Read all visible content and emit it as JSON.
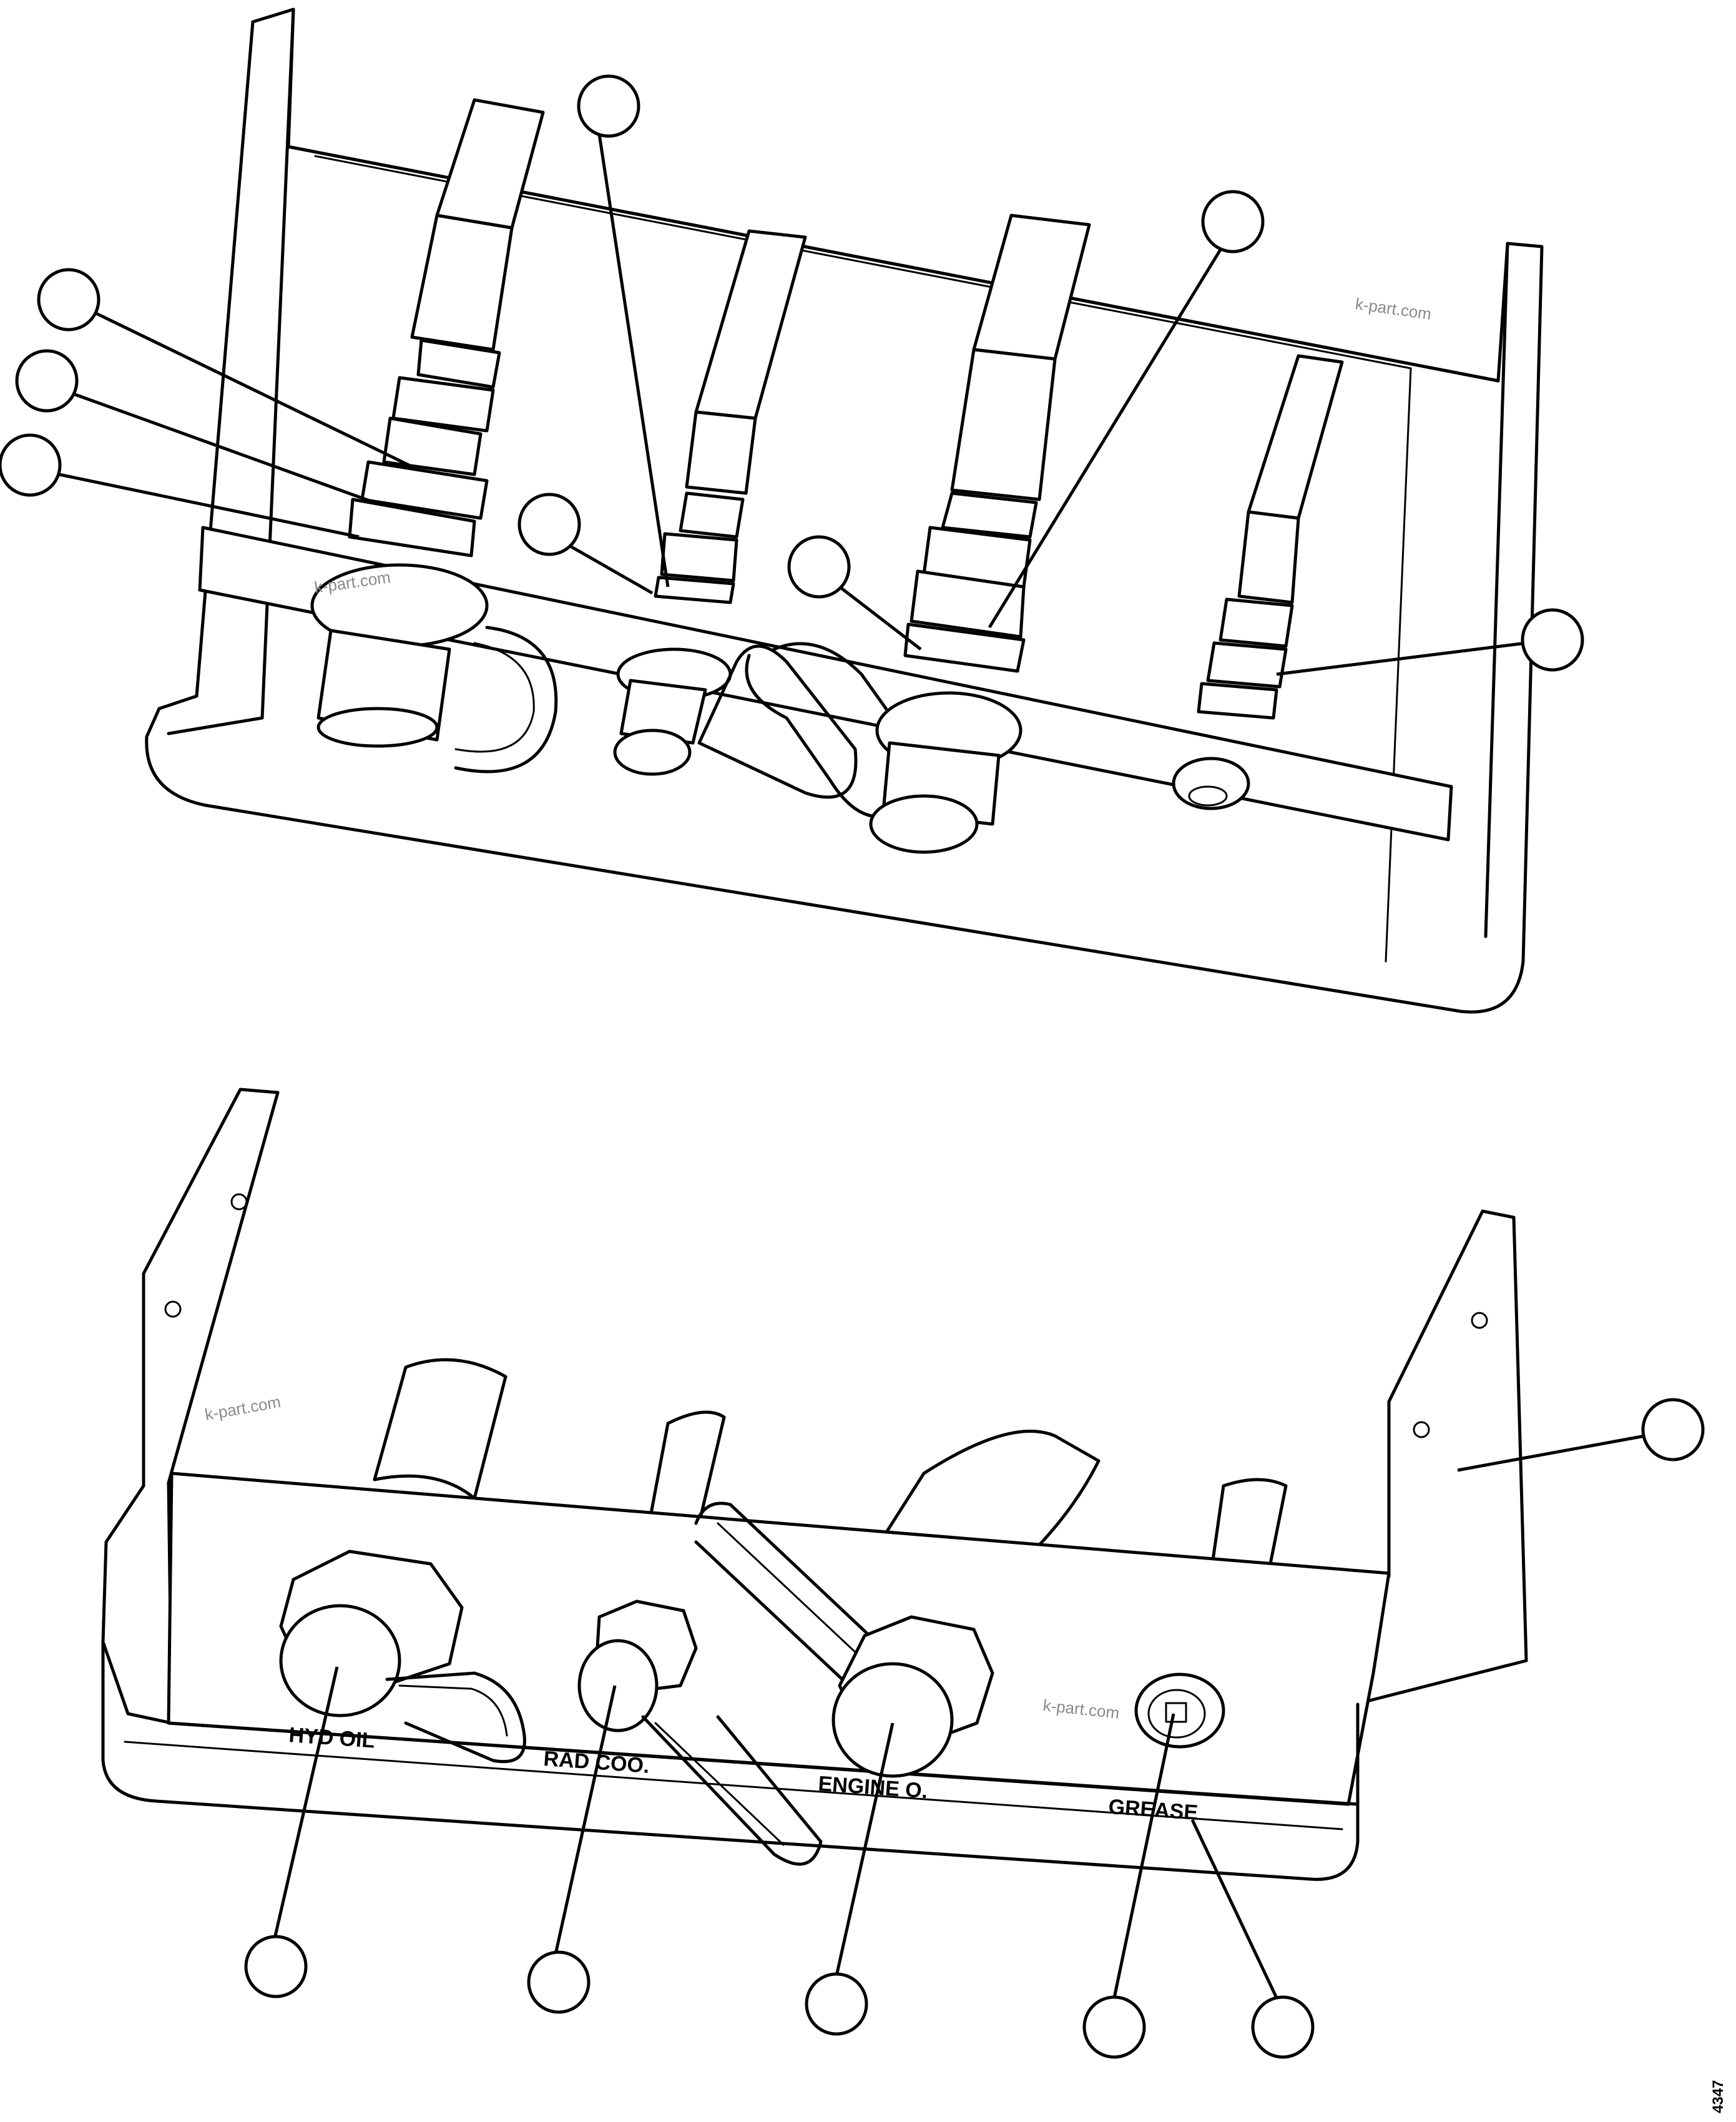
{
  "labels": {
    "hyd_oil": "HYD OIL",
    "rad_cool": "RAD COO.",
    "engine_oil": "ENGINE O.",
    "grease": "GREASE"
  },
  "watermarks": [
    "k-part.com",
    "k-part.com",
    "k-part.com",
    "k-part.com"
  ],
  "drawing_code": "4347",
  "callout_count": 14
}
